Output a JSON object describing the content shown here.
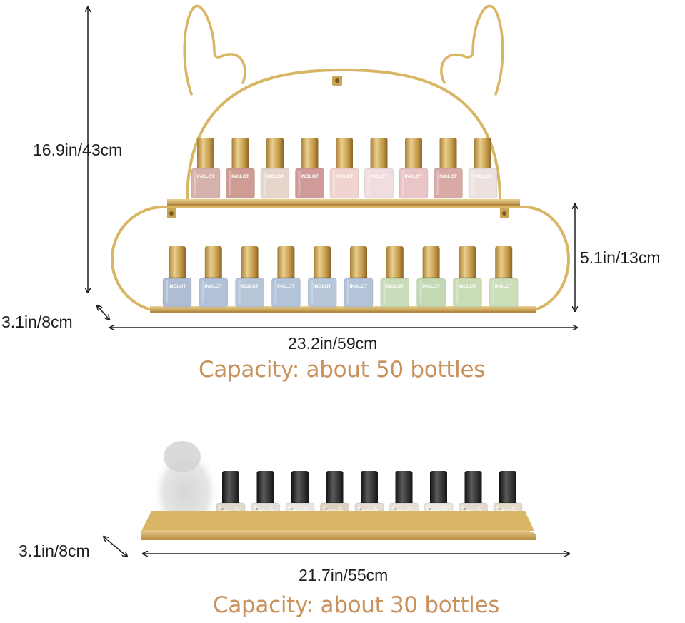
{
  "product_top": {
    "name": "bunny-ear-rack",
    "height_label": "16.9in/43cm",
    "depth_label": "3.1in/8cm",
    "width_label": "23.2in/59cm",
    "tier_gap_label": "5.1in/13cm",
    "capacity_label": "Capacity: about 50 bottles",
    "bottle_brand": "INGLOT"
  },
  "product_bottom": {
    "name": "straight-shelf",
    "depth_label": "3.1in/8cm",
    "width_label": "21.7in/55cm",
    "capacity_label": "Capacity: about 30 bottles",
    "bottle_brand": "INGLOT"
  },
  "colors": {
    "frame_gold": "#d8b665",
    "caption_accent": "#c9915c",
    "dimension_text": "#1e1e1e",
    "top_row_bottles": [
      "#d6b2ac",
      "#cf9c94",
      "#e5d5cb",
      "#cf9a98",
      "#efd4cf",
      "#f0dde0",
      "#e9c5c8",
      "#d9a9a6",
      "#ece1de"
    ],
    "bottom_row_bottles": [
      "#aebdd2",
      "#b0c1d8",
      "#b6c5d8",
      "#b3c3d8",
      "#b7c7da",
      "#b3c4d8",
      "#c8dcb9",
      "#c3d9b3",
      "#c9dcb6",
      "#cadfb9"
    ],
    "glitter_bottles": [
      "#e1d8cc",
      "#e6e0da",
      "#ebe5e2",
      "#ddd0c0",
      "#e5dcd2",
      "#e8dfd6",
      "#ece7e3",
      "#e3d9cf",
      "#e5dbcc"
    ]
  }
}
